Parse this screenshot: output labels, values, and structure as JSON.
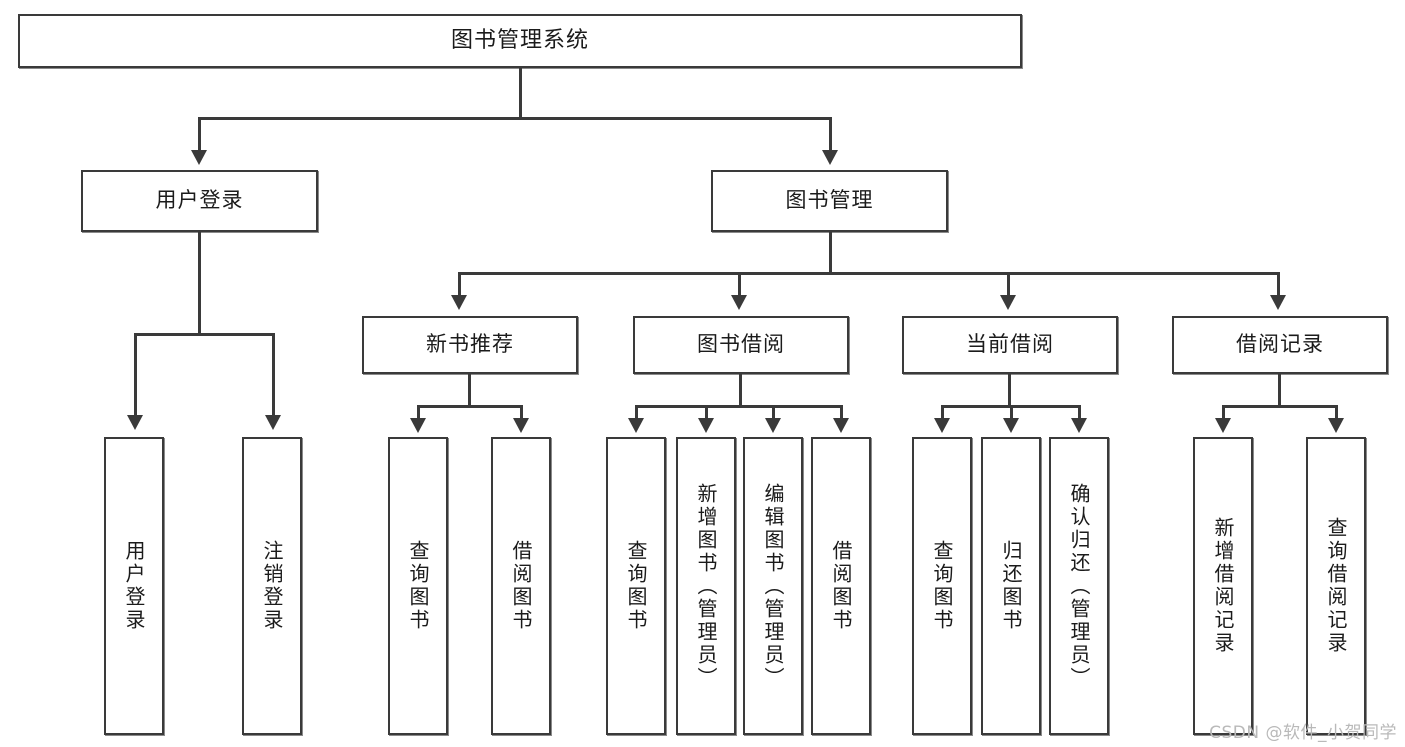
{
  "diagram": {
    "title": "图书管理系统",
    "type": "tree",
    "root": {
      "id": "root",
      "label": "图书管理系统",
      "orientation": "horizontal"
    },
    "level2": [
      {
        "id": "user-login",
        "label": "用户登录",
        "orientation": "horizontal"
      },
      {
        "id": "book-manage",
        "label": "图书管理",
        "orientation": "horizontal"
      }
    ],
    "level3": [
      {
        "id": "new-book-rec",
        "label": "新书推荐",
        "orientation": "horizontal"
      },
      {
        "id": "book-borrow",
        "label": "图书借阅",
        "orientation": "horizontal"
      },
      {
        "id": "current-borrow",
        "label": "当前借阅",
        "orientation": "horizontal"
      },
      {
        "id": "borrow-record",
        "label": "借阅记录",
        "orientation": "horizontal"
      }
    ],
    "leaves": [
      {
        "id": "leaf-user-login",
        "label": "用户登录",
        "parent": "user-login",
        "orientation": "vertical"
      },
      {
        "id": "leaf-user-logout",
        "label": "注销登录",
        "parent": "user-login",
        "orientation": "vertical"
      },
      {
        "id": "leaf-query-book-1",
        "label": "查询图书",
        "parent": "new-book-rec",
        "orientation": "vertical"
      },
      {
        "id": "leaf-borrow-book-1",
        "label": "借阅图书",
        "parent": "new-book-rec",
        "orientation": "vertical"
      },
      {
        "id": "leaf-query-book-2",
        "label": "查询图书",
        "parent": "book-borrow",
        "orientation": "vertical"
      },
      {
        "id": "leaf-add-book",
        "label": "新增图书（管理员）",
        "parent": "book-borrow",
        "orientation": "vertical"
      },
      {
        "id": "leaf-edit-book",
        "label": "编辑图书（管理员）",
        "parent": "book-borrow",
        "orientation": "vertical"
      },
      {
        "id": "leaf-borrow-book-2",
        "label": "借阅图书",
        "parent": "book-borrow",
        "orientation": "vertical"
      },
      {
        "id": "leaf-query-book-3",
        "label": "查询图书",
        "parent": "current-borrow",
        "orientation": "vertical"
      },
      {
        "id": "leaf-return-book",
        "label": "归还图书",
        "parent": "current-borrow",
        "orientation": "vertical"
      },
      {
        "id": "leaf-confirm-return",
        "label": "确认归还（管理员）",
        "parent": "current-borrow",
        "orientation": "vertical"
      },
      {
        "id": "leaf-add-record",
        "label": "新增借阅记录",
        "parent": "borrow-record",
        "orientation": "vertical"
      },
      {
        "id": "leaf-query-record",
        "label": "查询借阅记录",
        "parent": "borrow-record",
        "orientation": "vertical"
      }
    ],
    "colors": {
      "line": "#3a3a3a",
      "box_border": "#3a3a3a",
      "box_fill": "#ffffff",
      "text": "#1b1b1b",
      "watermark": "#b9b9b9"
    }
  },
  "watermark": {
    "text": "CSDN @软件_小贺同学"
  }
}
